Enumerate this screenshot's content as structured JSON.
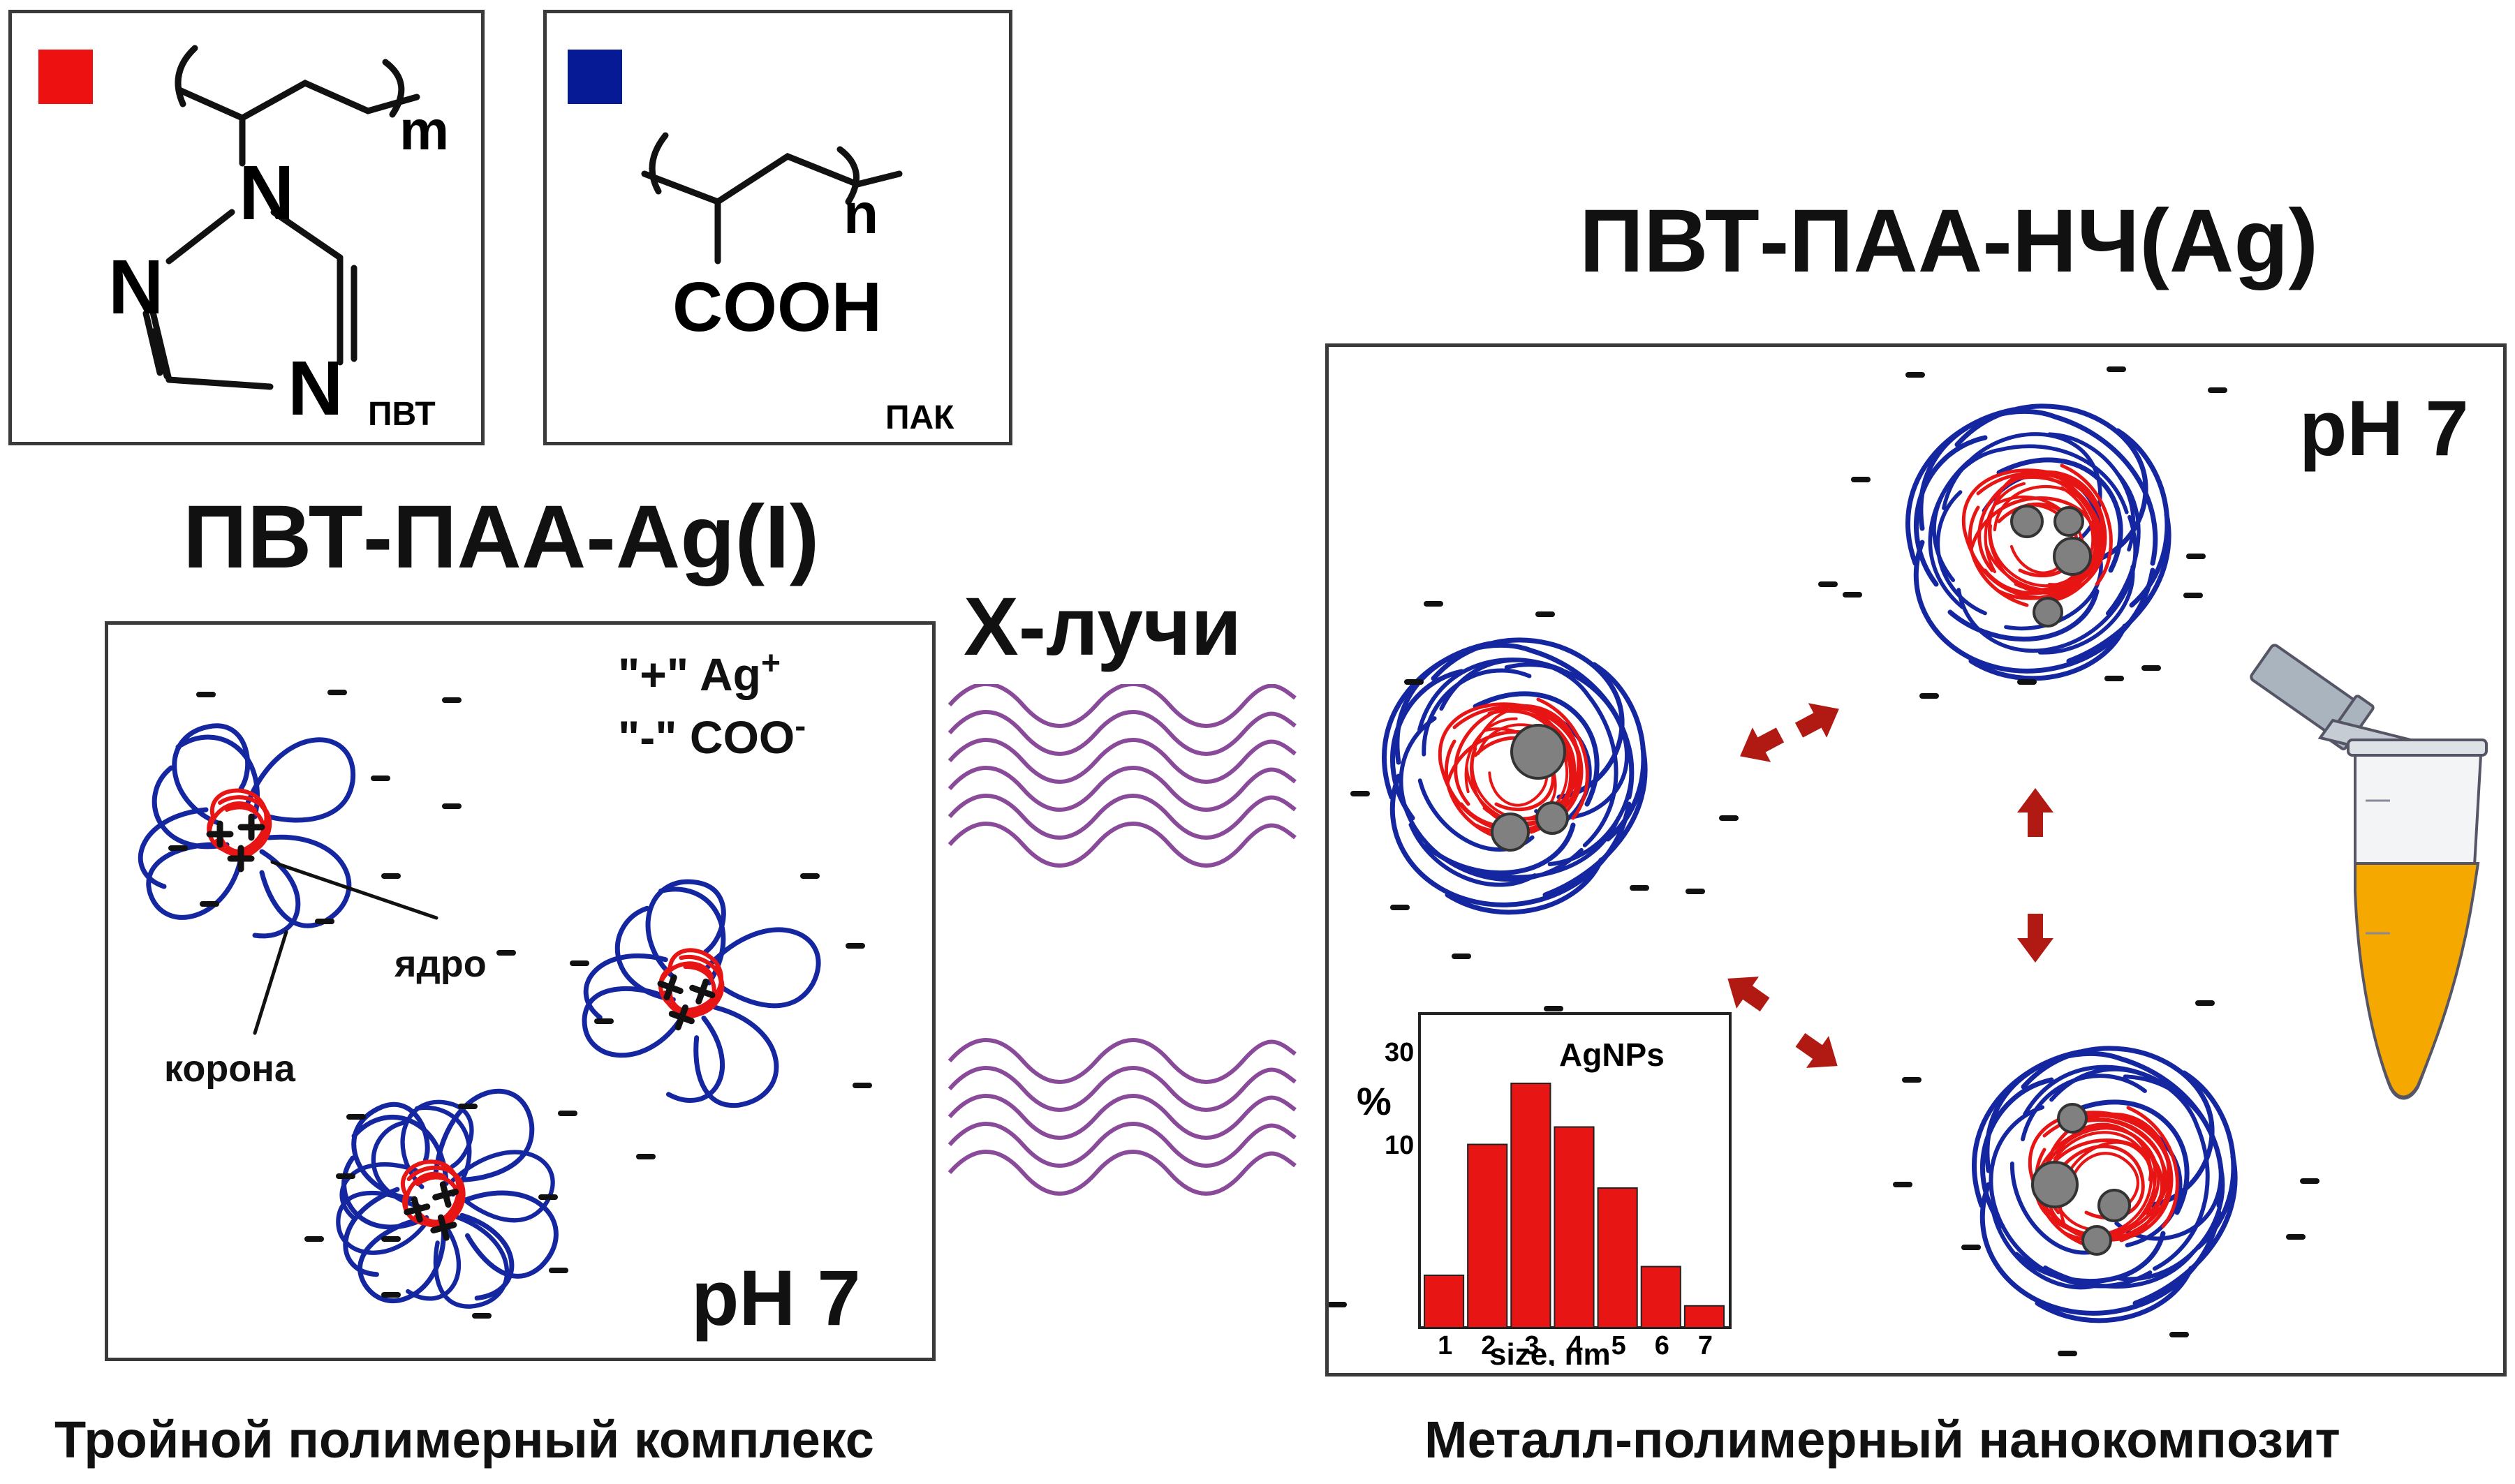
{
  "monomer_pvt": {
    "color": "#ee1111",
    "repeat_index": "m",
    "atom_n1": "N",
    "atom_n2": "N",
    "atom_n3": "N",
    "caption": "ПВТ"
  },
  "monomer_pak": {
    "color": "#061a96",
    "repeat_index": "n",
    "group": "COOH",
    "caption": "ПАК"
  },
  "left": {
    "title": "ПВТ-ПАА-Ag(I)",
    "legend_plus": "\"+\" Ag",
    "legend_plus_sup": "+",
    "legend_minus": "\"-\" COO",
    "legend_minus_sup": "-",
    "label_core": "ядро",
    "label_corona": "корона",
    "ph": "pH 7",
    "caption": "Тройной полимерный комплекс"
  },
  "middle": {
    "label": "Х-лучи",
    "wave_color": "#8a4a9a"
  },
  "right": {
    "title": "ПВТ-ПАА-НЧ(Ag)",
    "ph": "pH 7",
    "caption": "Металл-полимерный нанокомпозит",
    "arrow_color": "#b01a12",
    "tube_liquid_color": "#f5a800"
  },
  "histogram": {
    "title": "AgNPs",
    "y_tick_30": "30",
    "y_tick_10": "10",
    "y_label": "%",
    "x_label": "size, nm",
    "bar_color": "#e81515"
  },
  "chart_data": {
    "type": "bar",
    "title": "AgNPs",
    "xlabel": "size, nm",
    "ylabel": "%",
    "categories": [
      "1",
      "2",
      "3",
      "4",
      "5",
      "6",
      "7"
    ],
    "values": [
      6,
      21,
      28,
      23,
      16,
      7,
      2.5
    ],
    "ylim": [
      0,
      36
    ]
  }
}
